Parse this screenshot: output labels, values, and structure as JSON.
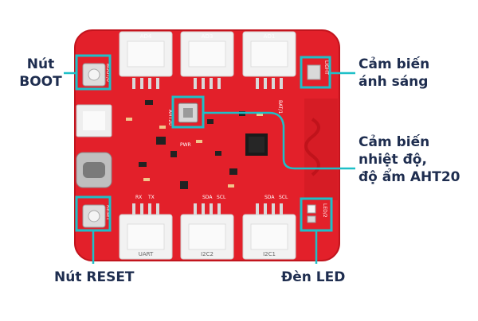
{
  "labels": {
    "boot": [
      "Nút",
      "BOOT"
    ],
    "reset": "Nút RESET",
    "light_sensor": [
      "Cảm biến",
      "ánh sáng"
    ],
    "aht20": [
      "Cảm biến",
      "nhiệt độ,",
      "độ ẩm AHT20"
    ],
    "led": "Đèn LED"
  },
  "board": {
    "connectors_top": [
      "AD4",
      "AD3",
      "AD1"
    ],
    "connectors_bottom": [
      "UART",
      "I2C2",
      "I2C1"
    ],
    "silk": {
      "boot": "BOOT/0",
      "reset": "RESET",
      "light": "LIGHT",
      "led": "LED/2",
      "aht": "AHT20",
      "bat": "BAT/1",
      "pwr": "PWR",
      "rx": "RX",
      "tx": "TX",
      "sda": "SDA",
      "scl": "SCL"
    }
  },
  "colors": {
    "pcb": "#e3202a",
    "highlight": "#1ec0c8",
    "label": "#1e2d4f",
    "connector": "#f2f2f2"
  }
}
